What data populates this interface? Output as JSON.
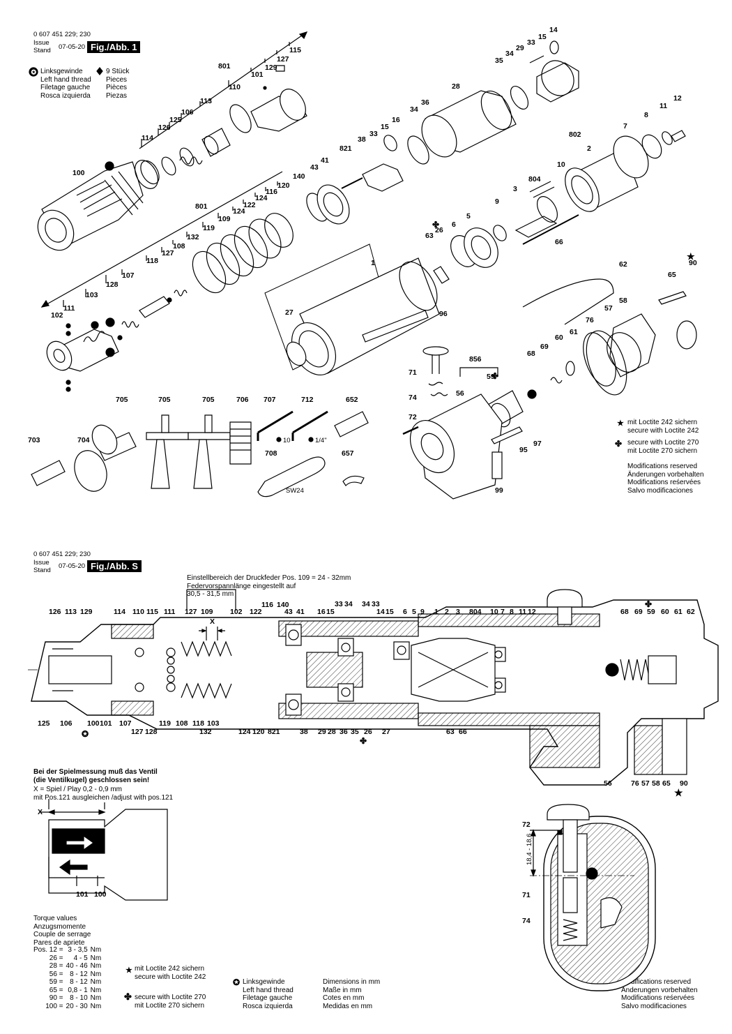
{
  "header1": {
    "docnum": "0 607 451 229; 230",
    "issue": "Issue",
    "stand": "Stand",
    "date": "07-05-20",
    "fig": "Fig./Abb. 1"
  },
  "header2": {
    "docnum": "0 607 451 229; 230",
    "issue": "Issue",
    "stand": "Stand",
    "date": "07-05-20",
    "fig": "Fig./Abb. S"
  },
  "legend_top": {
    "lh_lines": [
      "Linksgewinde",
      "Left hand thread",
      "Filetage gauche",
      "Rosca izquierda"
    ],
    "pcs_lines": [
      "9 Stück",
      "Pieces",
      "Pièces",
      "Piezas"
    ]
  },
  "notes_top": {
    "loctite242": [
      "mit Loctite 242 sichern",
      "secure with Loctite 242"
    ],
    "loctite270": [
      "secure with Loctite 270",
      "mit Loctite 270 sichern"
    ],
    "mods": [
      "Modifications reserved",
      "Änderungen vorbehalten",
      "Modifications reśervées",
      "Salvo modificaciones"
    ]
  },
  "spring_note": [
    "Einstellbereich der Druckfeder Pos. 109 = 24 - 32mm",
    "Federvorspannlänge eingestellt auf",
    "30,5 - 31,5 mm"
  ],
  "valve_note": [
    "Bei der Spielmessung muß das Ventil",
    "(die Ventilkugel) geschlossen sein!"
  ],
  "play_note": [
    "X = Spiel / Play 0,2 - 0,9 mm",
    "mit Pos.121 ausgleichen /adjust with pos.121"
  ],
  "torque": {
    "title_lines": [
      "Torque values",
      "Anzugsmomente",
      "Couple de serrage",
      "Pares de apriete"
    ],
    "rows": [
      [
        "Pos. 12 =",
        "3 - 3,5",
        "Nm"
      ],
      [
        "26 =",
        "4 - 5",
        "Nm"
      ],
      [
        "28 =",
        "40 - 46",
        "Nm"
      ],
      [
        "56 =",
        "8 - 12",
        "Nm"
      ],
      [
        "59 =",
        "8 - 12",
        "Nm"
      ],
      [
        "65 =",
        "0,8 - 1",
        "Nm"
      ],
      [
        "90 =",
        "8 - 10",
        "Nm"
      ],
      [
        "100 =",
        "20 - 30",
        "Nm"
      ]
    ]
  },
  "notes_bottom": {
    "loctite242": [
      "mit Loctite 242 sichern",
      "secure with Loctite 242"
    ],
    "loctite270": [
      "secure with Loctite 270",
      "mit Loctite 270 sichern"
    ],
    "lh_lines": [
      "Linksgewinde",
      "Left hand thread",
      "Filetage gauche",
      "Rosca izquierda"
    ],
    "dims": [
      "Dimensions in mm",
      "Maße in mm",
      "Cotes en mm",
      "Medidas en mm"
    ],
    "mods": [
      "Modifications reserved",
      "Änderungen vorbehalten",
      "Modifications reśervées",
      "Salvo modificaciones"
    ]
  },
  "tool_labels": {
    "key10": "10",
    "key14": "1/4\"",
    "sw24": "SW24",
    "dim": "18,4 - 18,6",
    "x": "X"
  },
  "part_labels_top": [
    [
      "115",
      "415",
      "75"
    ],
    [
      "127",
      "397",
      "88"
    ],
    [
      "129",
      "380",
      "100"
    ],
    [
      "101",
      "360",
      "110"
    ],
    [
      "801",
      "313",
      "98"
    ],
    [
      "110",
      "328",
      "128"
    ],
    [
      "113",
      "287",
      "148"
    ],
    [
      "106",
      "260",
      "164"
    ],
    [
      "125",
      "243",
      "175"
    ],
    [
      "126",
      "227",
      "186"
    ],
    [
      "114",
      "203",
      "201"
    ],
    [
      "100",
      "104",
      "251"
    ],
    [
      "14",
      "788",
      "46"
    ],
    [
      "15",
      "772",
      "56"
    ],
    [
      "33",
      "756",
      "64"
    ],
    [
      "29",
      "740",
      "72"
    ],
    [
      "34",
      "725",
      "80"
    ],
    [
      "35",
      "710",
      "90"
    ],
    [
      "28",
      "648",
      "127"
    ],
    [
      "12",
      "966",
      "144"
    ],
    [
      "11",
      "946",
      "155"
    ],
    [
      "8",
      "924",
      "168"
    ],
    [
      "7",
      "894",
      "184"
    ],
    [
      "802",
      "816",
      "196"
    ],
    [
      "2",
      "842",
      "216"
    ],
    [
      "10",
      "799",
      "239"
    ],
    [
      "804",
      "758",
      "260"
    ],
    [
      "3",
      "736",
      "274"
    ],
    [
      "9",
      "710",
      "292"
    ],
    [
      "5",
      "669",
      "313"
    ],
    [
      "6",
      "648",
      "325"
    ],
    [
      "26",
      "624",
      "333"
    ],
    [
      "63",
      "610",
      "341"
    ],
    [
      "66",
      "796",
      "350"
    ],
    [
      "36",
      "604",
      "150"
    ],
    [
      "34",
      "588",
      "160"
    ],
    [
      "16",
      "562",
      "175"
    ],
    [
      "15",
      "546",
      "185"
    ],
    [
      "33",
      "530",
      "195"
    ],
    [
      "38",
      "513",
      "203"
    ],
    [
      "821",
      "487",
      "216"
    ],
    [
      "43",
      "445",
      "243"
    ],
    [
      "41",
      "460",
      "233"
    ],
    [
      "140",
      "420",
      "256"
    ],
    [
      "120",
      "398",
      "269"
    ],
    [
      "116",
      "381",
      "278"
    ],
    [
      "124",
      "366",
      "287"
    ],
    [
      "122",
      "349",
      "297"
    ],
    [
      "801",
      "280",
      "299"
    ],
    [
      "124",
      "334",
      "306"
    ],
    [
      "109",
      "313",
      "317"
    ],
    [
      "119",
      "291",
      "330"
    ],
    [
      "132",
      "268",
      "343"
    ],
    [
      "108",
      "248",
      "356"
    ],
    [
      "127",
      "232",
      "366"
    ],
    [
      "118",
      "210",
      "377"
    ],
    [
      "107",
      "175",
      "398"
    ],
    [
      "128",
      "152",
      "411"
    ],
    [
      "103",
      "123",
      "426"
    ],
    [
      "111",
      "91",
      "445"
    ],
    [
      "102",
      "73",
      "455"
    ],
    [
      "1",
      "532",
      "380"
    ],
    [
      "62",
      "888",
      "382"
    ],
    [
      "90",
      "988",
      "380"
    ],
    [
      "65",
      "958",
      "397"
    ],
    [
      "58",
      "888",
      "434"
    ],
    [
      "57",
      "867",
      "445"
    ],
    [
      "76",
      "840",
      "462"
    ],
    [
      "61",
      "817",
      "479"
    ],
    [
      "60",
      "796",
      "487"
    ],
    [
      "69",
      "775",
      "500"
    ],
    [
      "68",
      "756",
      "510"
    ],
    [
      "27",
      "409",
      "451"
    ],
    [
      "96",
      "630",
      "453"
    ],
    [
      "856",
      "673",
      "518"
    ],
    [
      "59",
      "698",
      "543"
    ],
    [
      "71",
      "586",
      "537"
    ],
    [
      "56",
      "654",
      "567"
    ],
    [
      "74",
      "586",
      "573"
    ],
    [
      "72",
      "586",
      "601"
    ],
    [
      "97",
      "765",
      "639"
    ],
    [
      "95",
      "745",
      "648"
    ],
    [
      "99",
      "710",
      "706"
    ],
    [
      "705",
      "166",
      "576"
    ],
    [
      "705",
      "227",
      "576"
    ],
    [
      "705",
      "290",
      "576"
    ],
    [
      "706",
      "339",
      "576"
    ],
    [
      "707",
      "378",
      "576"
    ],
    [
      "712",
      "432",
      "576"
    ],
    [
      "652",
      "496",
      "576"
    ],
    [
      "703",
      "40",
      "634"
    ],
    [
      "704",
      "111",
      "634"
    ],
    [
      "708",
      "380",
      "653"
    ],
    [
      "657",
      "490",
      "653"
    ]
  ],
  "part_labels_section_top": [
    [
      "126",
      "70",
      "880"
    ],
    [
      "113",
      "93",
      "880"
    ],
    [
      "129",
      "115",
      "880"
    ],
    [
      "114",
      "163",
      "880"
    ],
    [
      "110",
      "190",
      "880"
    ],
    [
      "115",
      "210",
      "880"
    ],
    [
      "111",
      "235",
      "880"
    ],
    [
      "127",
      "265",
      "880"
    ],
    [
      "109",
      "288",
      "880"
    ],
    [
      "102",
      "330",
      "880"
    ],
    [
      "122",
      "358",
      "880"
    ],
    [
      "116",
      "375",
      "870"
    ],
    [
      "140",
      "397",
      "870"
    ],
    [
      "43",
      "408",
      "880"
    ],
    [
      "41",
      "425",
      "880"
    ],
    [
      "16",
      "455",
      "880"
    ],
    [
      "15",
      "468",
      "880"
    ],
    [
      "33",
      "480",
      "869"
    ],
    [
      "34",
      "494",
      "869"
    ],
    [
      "34",
      "519",
      "869"
    ],
    [
      "33",
      "533",
      "869"
    ],
    [
      "14",
      "540",
      "880"
    ],
    [
      "15",
      "553",
      "880"
    ],
    [
      "6",
      "578",
      "880"
    ],
    [
      "5",
      "591",
      "880"
    ],
    [
      "9",
      "603",
      "880"
    ],
    [
      "1",
      "623",
      "880"
    ],
    [
      "2",
      "638",
      "880"
    ],
    [
      "3",
      "654",
      "880"
    ],
    [
      "804",
      "673",
      "880"
    ],
    [
      "10",
      "703",
      "880"
    ],
    [
      "7",
      "718",
      "880"
    ],
    [
      "8",
      "731",
      "880"
    ],
    [
      "11",
      "744",
      "880"
    ],
    [
      "12",
      "757",
      "880"
    ],
    [
      "68",
      "890",
      "880"
    ],
    [
      "69",
      "910",
      "880"
    ],
    [
      "59",
      "928",
      "880"
    ],
    [
      "60",
      "948",
      "880"
    ],
    [
      "61",
      "967",
      "880"
    ],
    [
      "62",
      "985",
      "880"
    ]
  ],
  "part_labels_section_bottom": [
    [
      "125",
      "54",
      "1040"
    ],
    [
      "106",
      "86",
      "1040"
    ],
    [
      "100",
      "125",
      "1040"
    ],
    [
      "101",
      "143",
      "1040"
    ],
    [
      "107",
      "171",
      "1040"
    ],
    [
      "127",
      "188",
      "1052"
    ],
    [
      "128",
      "208",
      "1052"
    ],
    [
      "119",
      "228",
      "1040"
    ],
    [
      "108",
      "252",
      "1040"
    ],
    [
      "118",
      "276",
      "1040"
    ],
    [
      "103",
      "297",
      "1040"
    ],
    [
      "132",
      "286",
      "1052"
    ],
    [
      "124",
      "342",
      "1052"
    ],
    [
      "120",
      "362",
      "1052"
    ],
    [
      "821",
      "384",
      "1052"
    ],
    [
      "38",
      "430",
      "1052"
    ],
    [
      "29",
      "456",
      "1052"
    ],
    [
      "28",
      "470",
      "1052"
    ],
    [
      "36",
      "487",
      "1052"
    ],
    [
      "35",
      "503",
      "1052"
    ],
    [
      "26",
      "522",
      "1052"
    ],
    [
      "27",
      "548",
      "1052"
    ],
    [
      "63",
      "640",
      "1052"
    ],
    [
      "66",
      "658",
      "1052"
    ],
    [
      "56",
      "866",
      "1126"
    ],
    [
      "76",
      "905",
      "1126"
    ],
    [
      "57",
      "920",
      "1126"
    ],
    [
      "58",
      "935",
      "1126"
    ],
    [
      "65",
      "950",
      "1126"
    ],
    [
      "90",
      "975",
      "1126"
    ]
  ],
  "part_labels_bottom_left": [
    [
      "101",
      "109",
      "1285"
    ],
    [
      "100",
      "135",
      "1285"
    ]
  ],
  "part_labels_valve": [
    [
      "72",
      "749",
      "1185"
    ],
    [
      "71",
      "749",
      "1286"
    ],
    [
      "74",
      "749",
      "1323"
    ]
  ]
}
